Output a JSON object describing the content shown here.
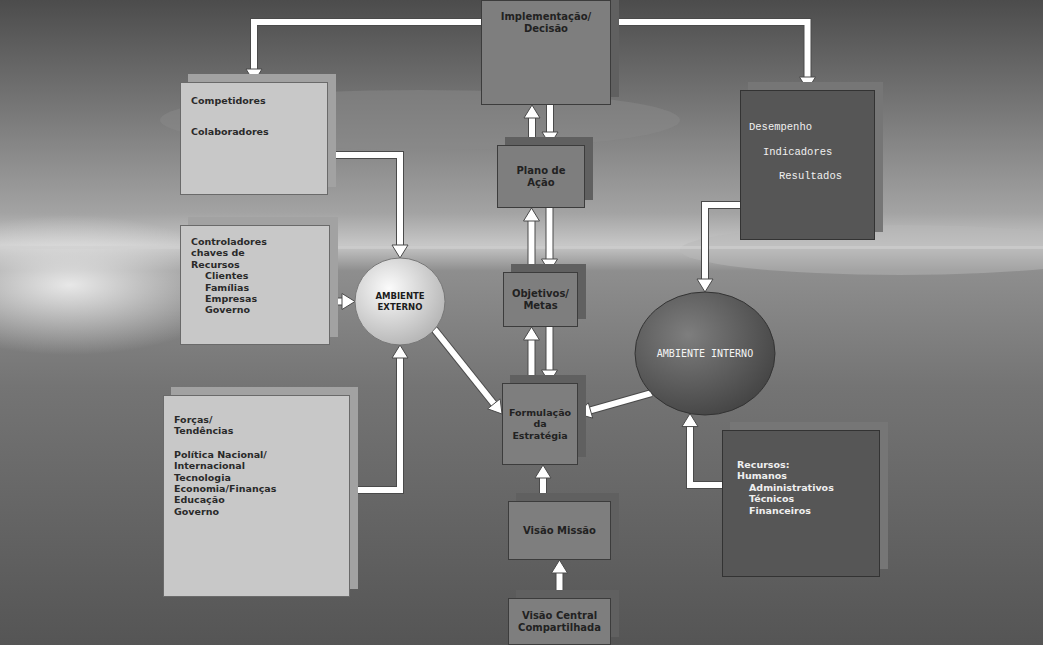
{
  "diagram": {
    "nodes": [
      {
        "text": [
          "Implementação/ Decisão"
        ]
      },
      {
        "text": [
          "Competidores",
          "Colaboradores"
        ]
      },
      {
        "text": [
          "Desempenho",
          "Indicadores",
          "Resultados"
        ]
      },
      {
        "text": [
          "Plano de Ação"
        ]
      },
      {
        "text": [
          "Controladores chaves de Recursos",
          "Clientes",
          "Famílias",
          "Empresas",
          "Governo"
        ]
      },
      {
        "text": [
          "AMBIENTE EXTERNO"
        ]
      },
      {
        "text": [
          "Objetivos/ Metas"
        ]
      },
      {
        "text": [
          "AMBIENTE INTERNO"
        ]
      },
      {
        "text": [
          "Formulação da Estratégia"
        ]
      },
      {
        "text": [
          "Forças/ Tendências",
          "Política Nacional/ Internacional",
          "Tecnologia",
          "Economia/Finanças",
          "Educação",
          "Governo"
        ]
      },
      {
        "text": [
          "Recursos:",
          "Humanos",
          "Administrativos",
          "Técnicos",
          "Financeiros"
        ]
      },
      {
        "text": [
          "Visão Missão"
        ]
      },
      {
        "text": [
          "Visão Central Compartilhada"
        ]
      }
    ],
    "edges": [
      {
        "from": 0,
        "to": 1,
        "arrow": "to"
      },
      {
        "from": 0,
        "to": 2,
        "arrow": "to"
      },
      {
        "from": 1,
        "to": 5,
        "arrow": "to"
      },
      {
        "from": 4,
        "to": 5,
        "arrow": "to"
      },
      {
        "from": 9,
        "to": 5,
        "arrow": "to"
      },
      {
        "from": 2,
        "to": 7,
        "arrow": "to"
      },
      {
        "from": 10,
        "to": 7,
        "arrow": "to"
      },
      {
        "from": 5,
        "to": 8,
        "arrow": "to"
      },
      {
        "from": 7,
        "to": 8,
        "arrow": "to"
      },
      {
        "from": 0,
        "to": 3,
        "arrow": "both"
      },
      {
        "from": 3,
        "to": 6,
        "arrow": "both"
      },
      {
        "from": 6,
        "to": 8,
        "arrow": "both"
      },
      {
        "from": 11,
        "to": 8,
        "arrow": "to"
      },
      {
        "from": 12,
        "to": 11,
        "arrow": "to"
      }
    ]
  }
}
